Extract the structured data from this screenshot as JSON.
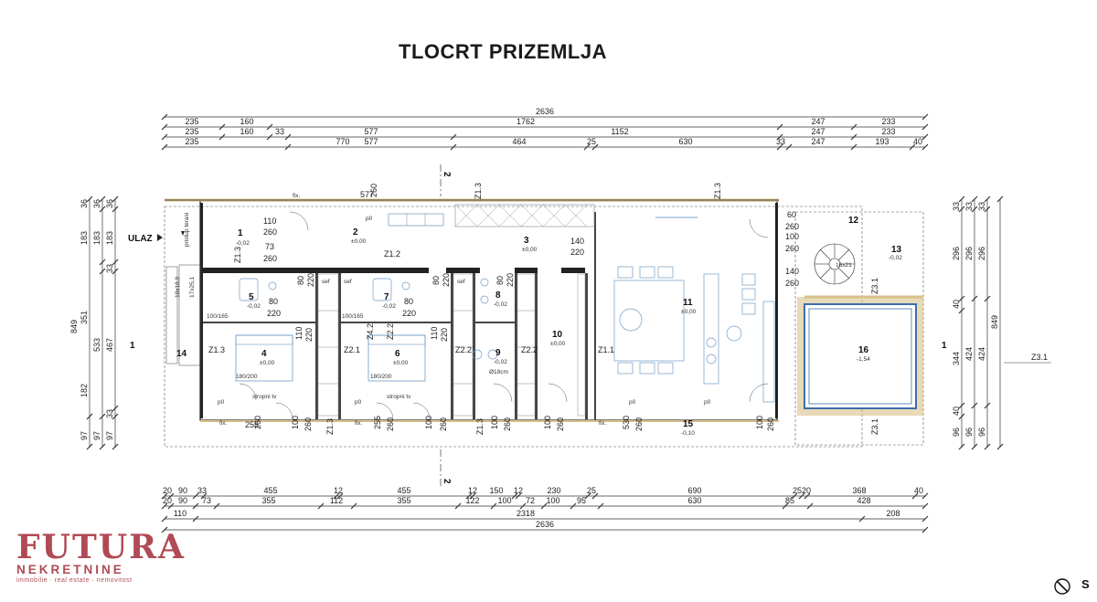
{
  "title": "TLOCRT PRIZEMLJA",
  "top_dims": {
    "total": "2636",
    "row2": [
      "235",
      "160",
      "1762",
      "247",
      "233"
    ],
    "row3": [
      "235",
      "160",
      "33",
      "577",
      "247",
      "233"
    ],
    "row4": [
      "235",
      "770",
      "577",
      "464",
      "25",
      "1152",
      "630",
      "33",
      "247",
      "193",
      "40"
    ]
  },
  "bottom_dims": {
    "row1": [
      "20",
      "90",
      "33",
      "455",
      "12",
      "455",
      "12",
      "150",
      "12",
      "230",
      "25",
      "690",
      "25",
      "20",
      "368",
      "40"
    ],
    "row2": [
      "20",
      "90",
      "73",
      "355",
      "112",
      "355",
      "122",
      "100",
      "72",
      "100",
      "95",
      "630",
      "85",
      "428"
    ],
    "row3": [
      "110",
      "2318",
      "208"
    ],
    "total": "2636"
  },
  "left_dims": [
    "36",
    "36",
    "36",
    "183",
    "183",
    "183",
    "33",
    "849",
    "351",
    "533",
    "467",
    "182",
    "97",
    "97",
    "97",
    "33"
  ],
  "right_dims": [
    "33",
    "33",
    "33",
    "296",
    "296",
    "296",
    "40",
    "849",
    "344",
    "424",
    "424",
    "40",
    "96",
    "96",
    "96"
  ],
  "section_marks": {
    "top": "2",
    "bottom": "2",
    "left": "1",
    "right": "1",
    "right_label": "Z3.1"
  },
  "entrance": "ULAZ",
  "stair_note": "pristup terasi",
  "rooms": [
    {
      "n": "1",
      "lvl": "-0,02"
    },
    {
      "n": "2",
      "lvl": "±0,00"
    },
    {
      "n": "3",
      "lvl": "±0,00"
    },
    {
      "n": "4",
      "lvl": "±0,00"
    },
    {
      "n": "5",
      "lvl": "-0,02"
    },
    {
      "n": "6",
      "lvl": "±0,00"
    },
    {
      "n": "7",
      "lvl": "-0,02"
    },
    {
      "n": "8",
      "lvl": "-0,02"
    },
    {
      "n": "9",
      "lvl": "-0,02"
    },
    {
      "n": "10",
      "lvl": "±0,00"
    },
    {
      "n": "11",
      "lvl": "±0,00"
    },
    {
      "n": "12",
      "lvl": ""
    },
    {
      "n": "13",
      "lvl": "-0,02"
    },
    {
      "n": "14",
      "lvl": ""
    },
    {
      "n": "15",
      "lvl": "-0,10"
    },
    {
      "n": "16",
      "lvl": "-1,54"
    }
  ],
  "labels": {
    "z11": "Z1.1",
    "z12": "Z1.2",
    "z13a": "Z1.3",
    "z13b": "Z1.3",
    "z13c": "Z1.3",
    "z13d": "Z1.3",
    "z13e": "Z1.3",
    "z13f": "Z1.3",
    "z21": "Z2.1",
    "z22a": "Z2.2",
    "z22b": "Z2.2",
    "z22c": "Z2.2",
    "z31a": "Z3.1",
    "z31b": "Z3.1",
    "z42": "Z4.2",
    "bed1": "180/200",
    "bed2": "180/200",
    "sh1": "100/165",
    "sh2": "100/165",
    "tv1": "stropni tv",
    "tv2": "stropni tv",
    "sef1": "sef",
    "sef2": "sef",
    "sef3": "sef",
    "fix1": "fix.",
    "fix2": "fix.",
    "fix3": "fix.",
    "fix4": "fix.",
    "p0a": "p0",
    "p0b": "p0",
    "p0c": "p0",
    "p0d": "p0",
    "p0e": "p0",
    "d18": "Ø18cm",
    "spiral": "16x21",
    "stairs_left": "18x18,9",
    "stairs_left2": "17x25,1"
  },
  "opening_dims": [
    "110",
    "260",
    "73",
    "260",
    "140",
    "220",
    "80",
    "220",
    "80",
    "220",
    "80",
    "220",
    "80",
    "220",
    "80",
    "220",
    "140",
    "260",
    "100",
    "260",
    "60",
    "260",
    "110",
    "220",
    "110",
    "220",
    "577",
    "260"
  ],
  "bottom_openings": [
    "255",
    "260",
    "100",
    "260",
    "255",
    "260",
    "100",
    "260",
    "100",
    "260",
    "100",
    "260",
    "530",
    "260",
    "100",
    "260"
  ],
  "logo": {
    "main": "FUTURA",
    "sub": "NEKRETNINE",
    "tag": "immobilie · real estate · nemovitost"
  },
  "north": "S"
}
